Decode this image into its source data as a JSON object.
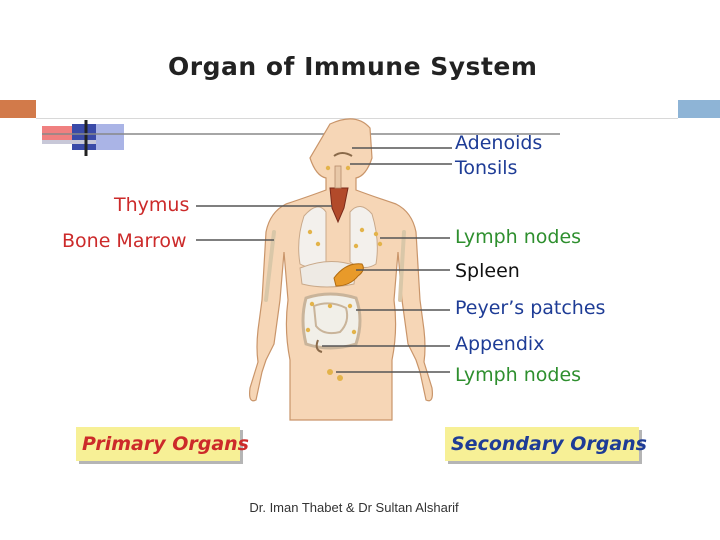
{
  "title": "Organ of Immune System",
  "labels": {
    "adenoids": "Adenoids",
    "tonsils": "Tonsils",
    "thymus": "Thymus",
    "bone_marrow": "Bone Marrow",
    "lymph_nodes_upper": "Lymph nodes",
    "spleen": "Spleen",
    "peyers_patches": "Peyer’s patches",
    "appendix": "Appendix",
    "lymph_nodes_lower": "Lymph nodes"
  },
  "boxes": {
    "primary": "Primary Organs",
    "secondary": "Secondary Organs"
  },
  "footer": "Dr. Iman Thabet & Dr Sultan Alsharif",
  "colors": {
    "primary_text": "#cc2a2a",
    "secondary_text": "#1e3c96",
    "lymph_text": "#2e8f2e",
    "accent_orange": "#d27a4a",
    "accent_blue": "#8eb4d6",
    "box_fill": "#f7f096",
    "skin": "#f6d6b6"
  }
}
